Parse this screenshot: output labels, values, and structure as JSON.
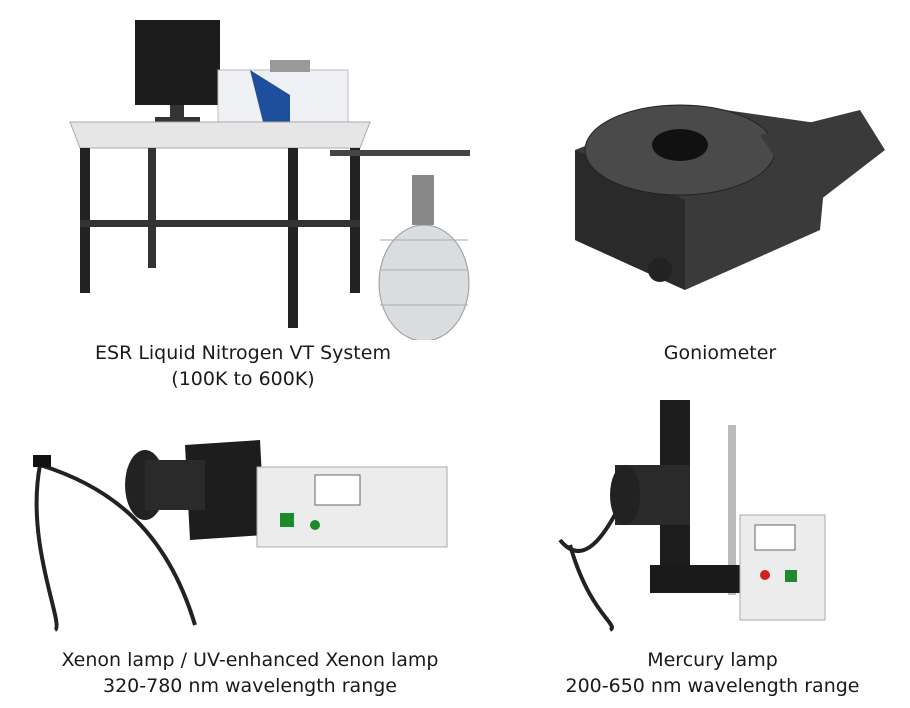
{
  "figures": [
    {
      "caption_line1": "ESR Liquid Nitrogen VT System",
      "caption_line2": "(100K to 600K)",
      "icon": "esr-vt-system-photo"
    },
    {
      "caption_line1": "Goniometer",
      "icon": "goniometer-photo"
    },
    {
      "caption_line1": "Xenon lamp / UV-enhanced Xenon lamp",
      "caption_line2": "320-780 nm wavelength range",
      "icon": "xenon-lamp-photo"
    },
    {
      "caption_line1": "Mercury lamp",
      "caption_line2": "200-650 nm wavelength range",
      "icon": "mercury-lamp-photo"
    }
  ]
}
